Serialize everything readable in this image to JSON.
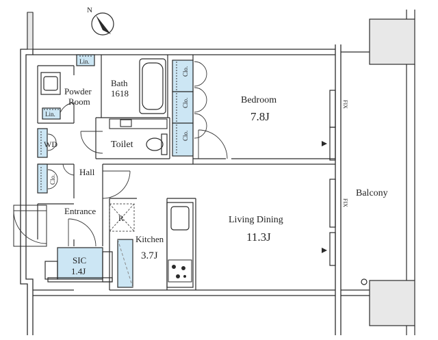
{
  "labels": {
    "lin_top": "Lin.",
    "bath": "Bath",
    "bath_size": "1618",
    "powder_room_1": "Powder",
    "powder_room_2": "Room",
    "lin_bottom": "Lin.",
    "wd": "WD",
    "toilet": "Toilet",
    "hall": "Hall",
    "clo_left": "Clo.",
    "clo_1": "Clo.",
    "clo_2": "Clo.",
    "clo_3": "Clo.",
    "bedroom": "Bedroom",
    "bedroom_size": "7.8J",
    "fix_top": "FIX",
    "fix_bottom": "FIX",
    "balcony": "Balcony",
    "entrance": "Entrance",
    "fridge": "R",
    "living_dining": "Living Dining",
    "living_dining_size": "11.3J",
    "kitchen": "Kitchen",
    "kitchen_size": "3.7J",
    "sic": "SIC",
    "sic_size": "1.4J",
    "compass_north": "N"
  },
  "colors": {
    "wall": "#2a2a2a",
    "wall_fill": "#ffffff",
    "storage_fill": "#cce6f4",
    "storage_stroke": "#2a2a2a",
    "line": "#333333",
    "hatch": "#888888"
  }
}
